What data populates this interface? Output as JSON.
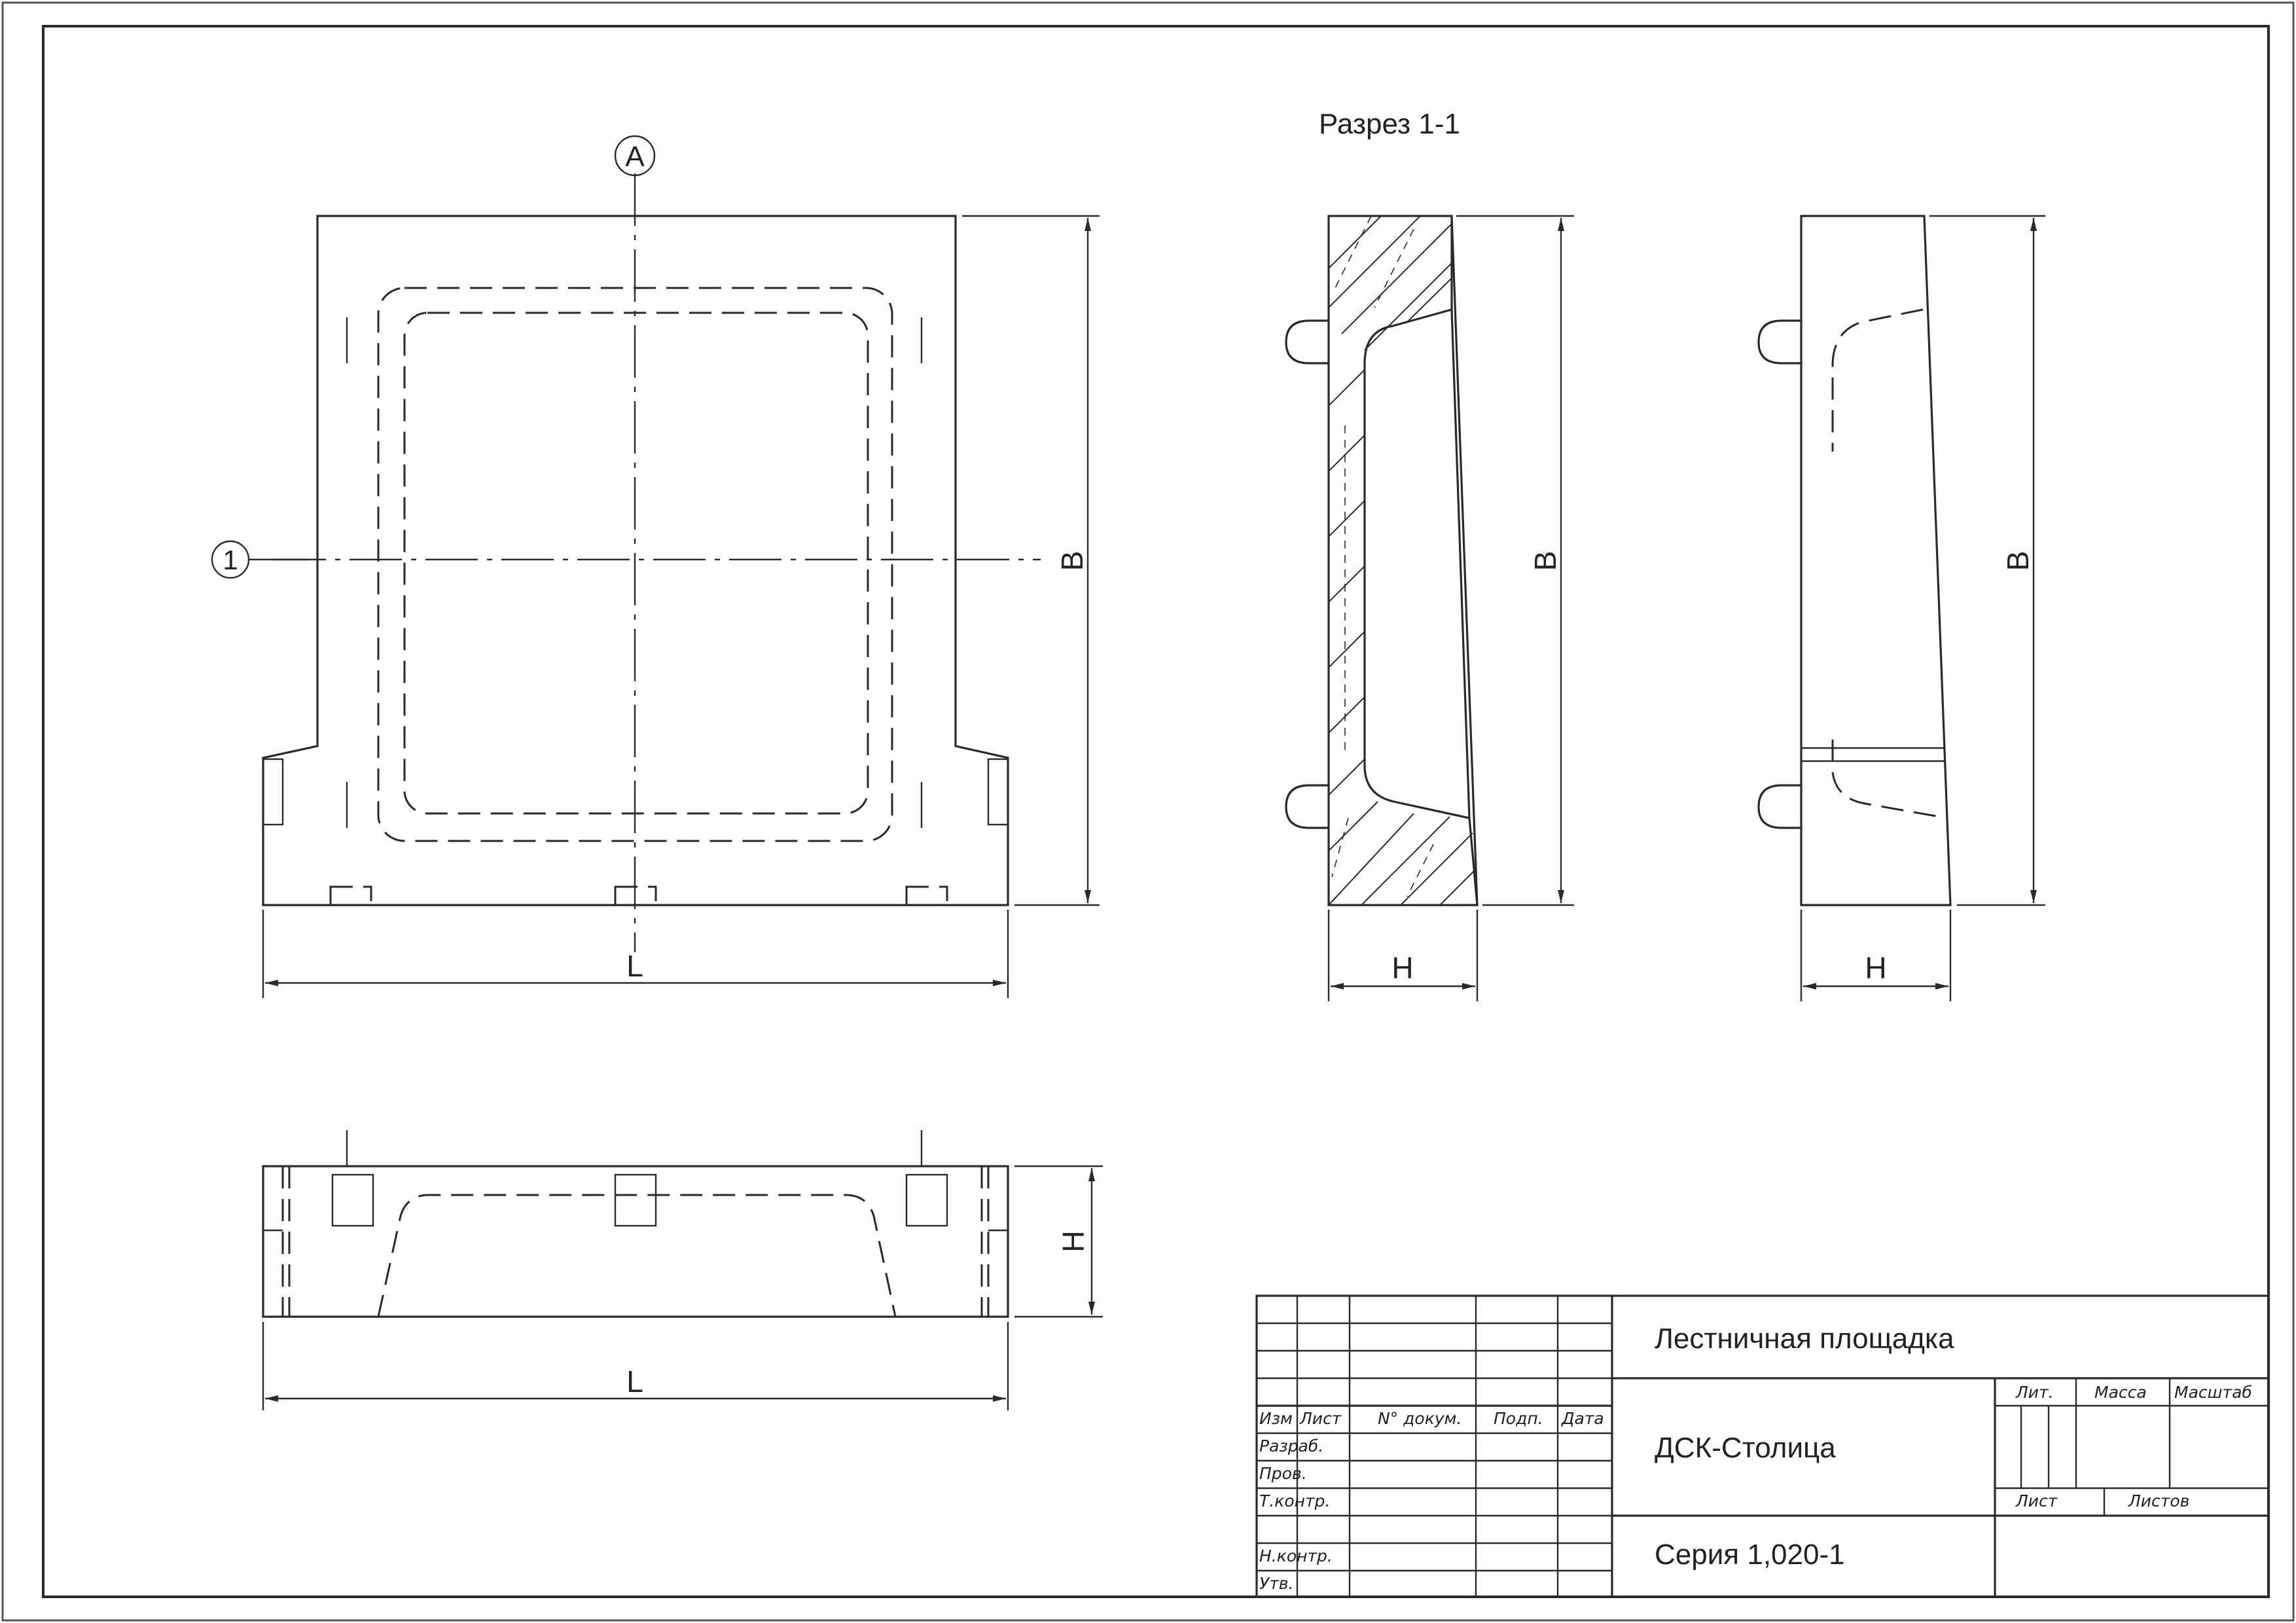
{
  "section_title": "Разрез 1-1",
  "markers": {
    "axis_a": "А",
    "axis_1": "1"
  },
  "dimensions": {
    "length": "L",
    "height": "H",
    "width": "B"
  },
  "title_block": {
    "name": "Лестничная площадка",
    "organization": "ДСК-Столица",
    "series": "Серия 1,020-1",
    "col_izm": "Изм",
    "col_list": "Лист",
    "col_doc": "N° докум.",
    "col_sign": "Подп.",
    "col_date": "Дата",
    "row_razrab": "Разраб.",
    "row_prov": "Пров.",
    "row_tkontr": "Т.контр.",
    "row_nkontr": "Н.контр.",
    "row_utv": "Утв.",
    "lit": "Лит.",
    "massa": "Масса",
    "masshtab": "Масштаб",
    "list": "Лист",
    "listov": "Листов"
  }
}
